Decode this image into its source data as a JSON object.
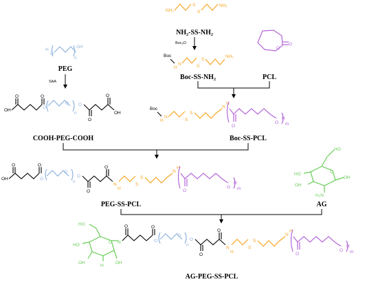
{
  "labels": {
    "nh2ssnh2": "NH₂-SS-NH₂",
    "boc2o": "Boc₂O",
    "bocssnh2": "Boc-SS-NH₂",
    "pcl": "PCL",
    "peg": "PEG",
    "saa": "SAA",
    "coohpegcooh": "COOH-PEG-COOH",
    "bocsspcl": "Boc-SS-PCL",
    "pegsspcl": "PEG-SS-PCL",
    "ag": "AG",
    "agpegsspcl": "AG-PEG-SS-PCL"
  },
  "atoms": {
    "nh2": "NH₂",
    "s": "S",
    "boc": "Boc",
    "h": "H",
    "n": "N",
    "o": "O",
    "oh": "OH",
    "ho": "HO",
    "h2n": "H₂N",
    "sub_n": "n",
    "sub_m": "m"
  },
  "colors": {
    "linker": "#f5a623",
    "pcl": "#b366d9",
    "peg": "#8fb3de",
    "ag": "#66cc55",
    "core": "#000000"
  }
}
